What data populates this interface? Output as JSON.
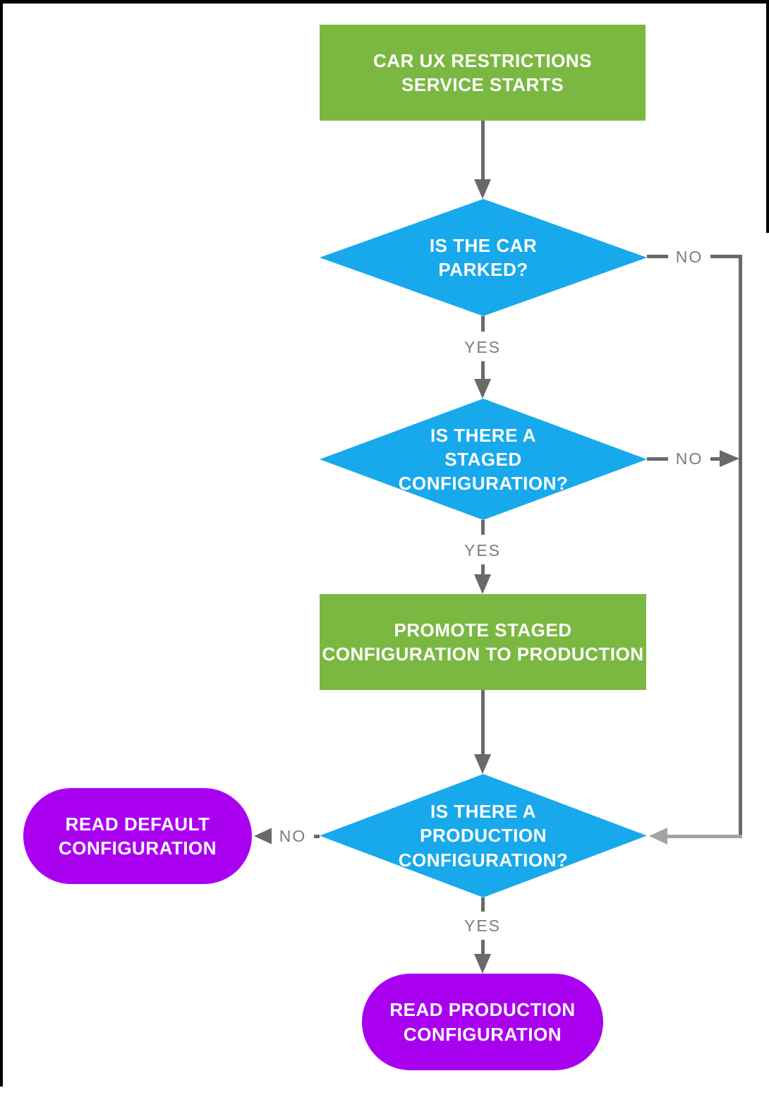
{
  "diagram": {
    "type": "flowchart",
    "nodes": {
      "start": {
        "label": "CAR UX RESTRICTIONS\nSERVICE STARTS",
        "shape": "rectangle",
        "role": "process"
      },
      "is_parked": {
        "label": "IS THE CAR\nPARKED?",
        "shape": "diamond",
        "role": "decision"
      },
      "is_staged": {
        "label": "IS THERE A\nSTAGED\nCONFIGURATION?",
        "shape": "diamond",
        "role": "decision"
      },
      "promote": {
        "label": "PROMOTE STAGED\nCONFIGURATION TO PRODUCTION",
        "shape": "rectangle",
        "role": "process"
      },
      "is_production": {
        "label": "IS THERE A\nPRODUCTION\nCONFIGURATION?",
        "shape": "diamond",
        "role": "decision"
      },
      "read_default": {
        "label": "READ DEFAULT\nCONFIGURATION",
        "shape": "pill",
        "role": "terminal"
      },
      "read_production": {
        "label": "READ PRODUCTION\nCONFIGURATION",
        "shape": "pill",
        "role": "terminal"
      }
    },
    "edge_labels": {
      "parked_yes": "YES",
      "parked_no": "NO",
      "staged_yes": "YES",
      "staged_no": "NO",
      "production_yes": "YES",
      "production_no": "NO"
    },
    "colors": {
      "process_fill": "#7BB842",
      "decision_fill": "#17A9EC",
      "terminal_fill": "#AA00F0",
      "connector": "#696969",
      "connector_light": "#A3A3A3",
      "edge_label_text": "#7C7C7C",
      "node_text": "#FFFFFF",
      "frame": "#000000",
      "background": "#FFFFFF"
    }
  }
}
